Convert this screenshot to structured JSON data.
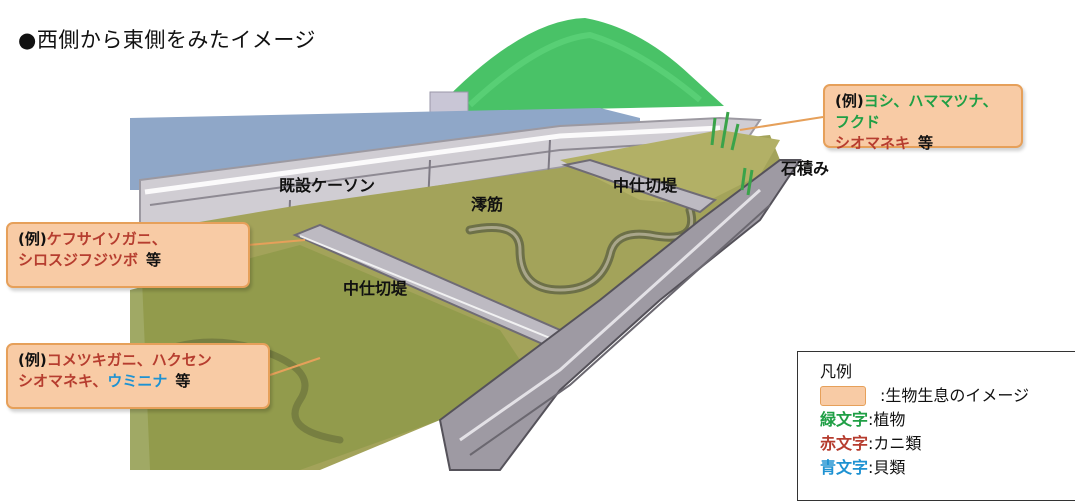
{
  "title": "●西側から東側をみたイメージ",
  "labels": {
    "existing_caisson": "既設ケーソン",
    "stagnant_channel": "澪筋",
    "mid_dike_upper": "中仕切堤",
    "mid_dike_lower": "中仕切堤",
    "stone_pile": "石積み"
  },
  "callouts": {
    "top_right": {
      "prefix": "(例)",
      "line1": [
        {
          "text": "ヨシ、ハママツナ、フクド",
          "kind": "plant"
        }
      ],
      "line2": [
        {
          "text": "シオマネキ",
          "kind": "crab"
        }
      ],
      "suffix": "等"
    },
    "mid_left": {
      "prefix": "(例)",
      "line1": [
        {
          "text": "ケフサイソガニ、",
          "kind": "crab"
        }
      ],
      "line2": [
        {
          "text": "シロスジフジツボ",
          "kind": "crab"
        }
      ],
      "suffix": "等"
    },
    "low_left": {
      "prefix": "(例)",
      "line1": [
        {
          "text": "コメツキガニ、ハクセン",
          "kind": "crab"
        }
      ],
      "line2": [
        {
          "text": "シオマネキ、",
          "kind": "crab"
        },
        {
          "text": "ウミニナ",
          "kind": "shell"
        }
      ],
      "suffix": "等"
    }
  },
  "legend": {
    "title": "凡例",
    "swatch_desc": ":生物生息のイメージ",
    "rows": [
      {
        "key": "緑文字",
        "desc": ":植物",
        "color": "#1f9f45"
      },
      {
        "key": "赤文字",
        "desc": ":カニ類",
        "color": "#b63d2f"
      },
      {
        "key": "青文字",
        "desc": ":貝類",
        "color": "#1e92d2"
      }
    ]
  },
  "colors": {
    "callout_fill": "#f8cba5",
    "callout_border": "#e6a05a",
    "plant": "#1f9f45",
    "crab": "#b63d2f",
    "shell": "#1e92d2",
    "tidal_flat": "#a3a35a",
    "water": "#8fa7c8",
    "hill": "#3fbf5f"
  }
}
